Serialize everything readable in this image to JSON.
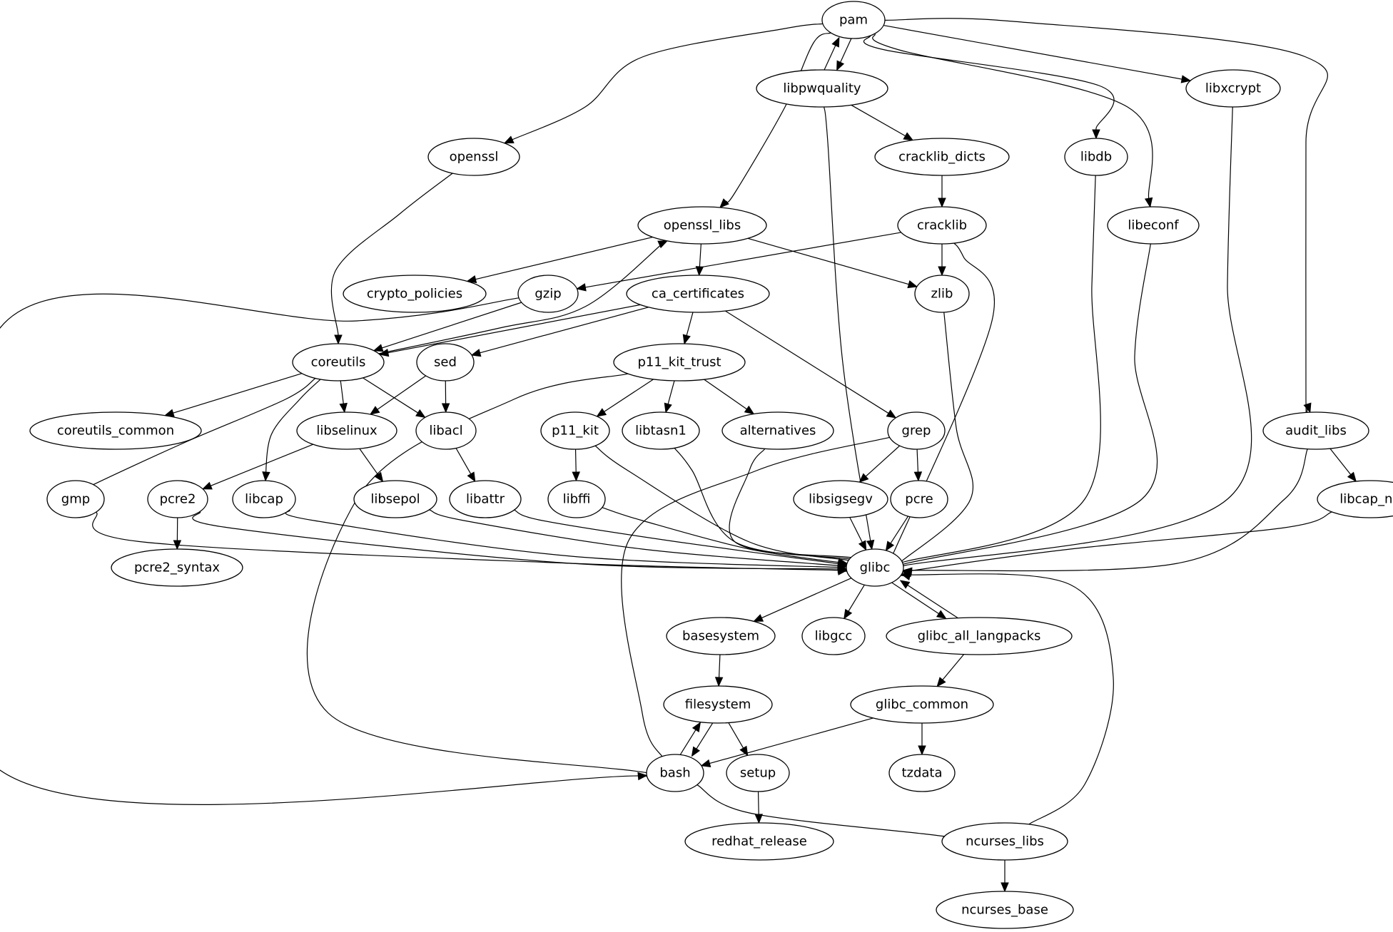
{
  "diagram": {
    "type": "dependency-graph",
    "colors": {
      "node_fill": "#ffffff",
      "stroke": "#000000",
      "text": "#000000",
      "background": "#ffffff"
    },
    "nodes": [
      {
        "id": "pam",
        "label": "pam"
      },
      {
        "id": "libpwquality",
        "label": "libpwquality"
      },
      {
        "id": "libxcrypt",
        "label": "libxcrypt"
      },
      {
        "id": "openssl",
        "label": "openssl"
      },
      {
        "id": "cracklib_dicts",
        "label": "cracklib_dicts"
      },
      {
        "id": "libdb",
        "label": "libdb"
      },
      {
        "id": "openssl_libs",
        "label": "openssl_libs"
      },
      {
        "id": "cracklib",
        "label": "cracklib"
      },
      {
        "id": "libeconf",
        "label": "libeconf"
      },
      {
        "id": "crypto_policies",
        "label": "crypto_policies"
      },
      {
        "id": "gzip",
        "label": "gzip"
      },
      {
        "id": "ca_certificates",
        "label": "ca_certificates"
      },
      {
        "id": "zlib",
        "label": "zlib"
      },
      {
        "id": "coreutils",
        "label": "coreutils"
      },
      {
        "id": "sed",
        "label": "sed"
      },
      {
        "id": "p11_kit_trust",
        "label": "p11_kit_trust"
      },
      {
        "id": "coreutils_common",
        "label": "coreutils_common"
      },
      {
        "id": "libselinux",
        "label": "libselinux"
      },
      {
        "id": "libacl",
        "label": "libacl"
      },
      {
        "id": "p11_kit",
        "label": "p11_kit"
      },
      {
        "id": "libtasn1",
        "label": "libtasn1"
      },
      {
        "id": "alternatives",
        "label": "alternatives"
      },
      {
        "id": "grep",
        "label": "grep"
      },
      {
        "id": "audit_libs",
        "label": "audit_libs"
      },
      {
        "id": "gmp",
        "label": "gmp"
      },
      {
        "id": "pcre2",
        "label": "pcre2"
      },
      {
        "id": "libcap",
        "label": "libcap"
      },
      {
        "id": "libsepol",
        "label": "libsepol"
      },
      {
        "id": "libattr",
        "label": "libattr"
      },
      {
        "id": "libffi",
        "label": "libffi"
      },
      {
        "id": "libsigsegv",
        "label": "libsigsegv"
      },
      {
        "id": "pcre",
        "label": "pcre"
      },
      {
        "id": "libcap_ng",
        "label": "libcap_ng"
      },
      {
        "id": "pcre2_syntax",
        "label": "pcre2_syntax"
      },
      {
        "id": "glibc",
        "label": "glibc"
      },
      {
        "id": "basesystem",
        "label": "basesystem"
      },
      {
        "id": "libgcc",
        "label": "libgcc"
      },
      {
        "id": "glibc_all_langpacks",
        "label": "glibc_all_langpacks"
      },
      {
        "id": "filesystem",
        "label": "filesystem"
      },
      {
        "id": "glibc_common",
        "label": "glibc_common"
      },
      {
        "id": "bash",
        "label": "bash"
      },
      {
        "id": "setup",
        "label": "setup"
      },
      {
        "id": "tzdata",
        "label": "tzdata"
      },
      {
        "id": "redhat_release",
        "label": "redhat_release"
      },
      {
        "id": "ncurses_libs",
        "label": "ncurses_libs"
      },
      {
        "id": "ncurses_base",
        "label": "ncurses_base"
      }
    ],
    "edges": [
      [
        "pam",
        "openssl"
      ],
      [
        "pam",
        "openssl_libs"
      ],
      [
        "pam",
        "libpwquality"
      ],
      [
        "libpwquality",
        "pam"
      ],
      [
        "pam",
        "libdb"
      ],
      [
        "pam",
        "libeconf"
      ],
      [
        "pam",
        "libxcrypt"
      ],
      [
        "pam",
        "audit_libs"
      ],
      [
        "libpwquality",
        "cracklib_dicts"
      ],
      [
        "libpwquality",
        "glibc"
      ],
      [
        "cracklib_dicts",
        "cracklib"
      ],
      [
        "cracklib",
        "gzip"
      ],
      [
        "cracklib",
        "zlib"
      ],
      [
        "cracklib",
        "glibc"
      ],
      [
        "libdb",
        "glibc"
      ],
      [
        "libeconf",
        "glibc"
      ],
      [
        "libxcrypt",
        "glibc"
      ],
      [
        "openssl",
        "coreutils"
      ],
      [
        "openssl_libs",
        "crypto_policies"
      ],
      [
        "openssl_libs",
        "ca_certificates"
      ],
      [
        "openssl_libs",
        "zlib"
      ],
      [
        "coreutils",
        "openssl_libs"
      ],
      [
        "gzip",
        "coreutils"
      ],
      [
        "gzip",
        "bash"
      ],
      [
        "ca_certificates",
        "coreutils"
      ],
      [
        "ca_certificates",
        "sed"
      ],
      [
        "ca_certificates",
        "p11_kit_trust"
      ],
      [
        "ca_certificates",
        "grep"
      ],
      [
        "zlib",
        "glibc"
      ],
      [
        "coreutils",
        "coreutils_common"
      ],
      [
        "coreutils",
        "gmp"
      ],
      [
        "coreutils",
        "libcap"
      ],
      [
        "coreutils",
        "libselinux"
      ],
      [
        "coreutils",
        "libacl"
      ],
      [
        "sed",
        "libselinux"
      ],
      [
        "sed",
        "libacl"
      ],
      [
        "p11_kit_trust",
        "bash"
      ],
      [
        "p11_kit_trust",
        "p11_kit"
      ],
      [
        "p11_kit_trust",
        "libtasn1"
      ],
      [
        "p11_kit_trust",
        "alternatives"
      ],
      [
        "libselinux",
        "pcre2"
      ],
      [
        "libselinux",
        "libsepol"
      ],
      [
        "libacl",
        "libattr"
      ],
      [
        "p11_kit",
        "libffi"
      ],
      [
        "p11_kit",
        "glibc"
      ],
      [
        "libtasn1",
        "glibc"
      ],
      [
        "alternatives",
        "glibc"
      ],
      [
        "grep",
        "bash"
      ],
      [
        "grep",
        "libsigsegv"
      ],
      [
        "grep",
        "pcre"
      ],
      [
        "audit_libs",
        "glibc"
      ],
      [
        "audit_libs",
        "libcap_ng"
      ],
      [
        "gmp",
        "glibc"
      ],
      [
        "pcre2",
        "glibc"
      ],
      [
        "pcre2",
        "pcre2_syntax"
      ],
      [
        "libcap",
        "glibc"
      ],
      [
        "libsepol",
        "glibc"
      ],
      [
        "libattr",
        "glibc"
      ],
      [
        "libffi",
        "glibc"
      ],
      [
        "libsigsegv",
        "glibc"
      ],
      [
        "pcre",
        "glibc"
      ],
      [
        "libcap_ng",
        "glibc"
      ],
      [
        "glibc",
        "basesystem"
      ],
      [
        "glibc",
        "libgcc"
      ],
      [
        "glibc",
        "glibc_all_langpacks"
      ],
      [
        "glibc_all_langpacks",
        "glibc"
      ],
      [
        "glibc_all_langpacks",
        "glibc_common"
      ],
      [
        "basesystem",
        "filesystem"
      ],
      [
        "filesystem",
        "bash"
      ],
      [
        "bash",
        "filesystem"
      ],
      [
        "filesystem",
        "setup"
      ],
      [
        "glibc_common",
        "bash"
      ],
      [
        "glibc_common",
        "tzdata"
      ],
      [
        "setup",
        "redhat_release"
      ],
      [
        "bash",
        "ncurses_libs"
      ],
      [
        "ncurses_libs",
        "glibc"
      ],
      [
        "ncurses_libs",
        "ncurses_base"
      ]
    ]
  }
}
